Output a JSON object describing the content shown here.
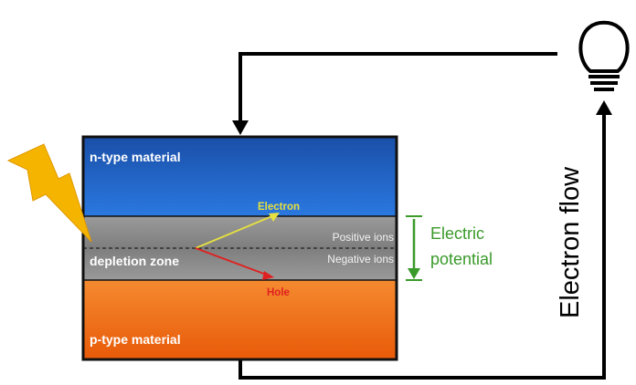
{
  "labels": {
    "n_type": "n-type material",
    "p_type": "p-type material",
    "depletion": "depletion zone",
    "electron": "Electron",
    "hole": "Hole",
    "positive_ions": "Positive ions",
    "negative_ions": "Negative ions",
    "electric_line1": "Electric",
    "electric_line2": "potential",
    "electron_flow": "Electron flow"
  },
  "colors": {
    "n_type": "#1f62c4",
    "depletion": "#8c8c8c",
    "p_type": "#f06a10",
    "electron_arrow": "#e6e040",
    "hole_arrow": "#e02020",
    "potential": "#3a9a2a",
    "lightning": "#f5b400",
    "wire": "#000000"
  },
  "icons": {
    "sun": "lightning-bolt-icon",
    "load": "light-bulb-icon"
  }
}
